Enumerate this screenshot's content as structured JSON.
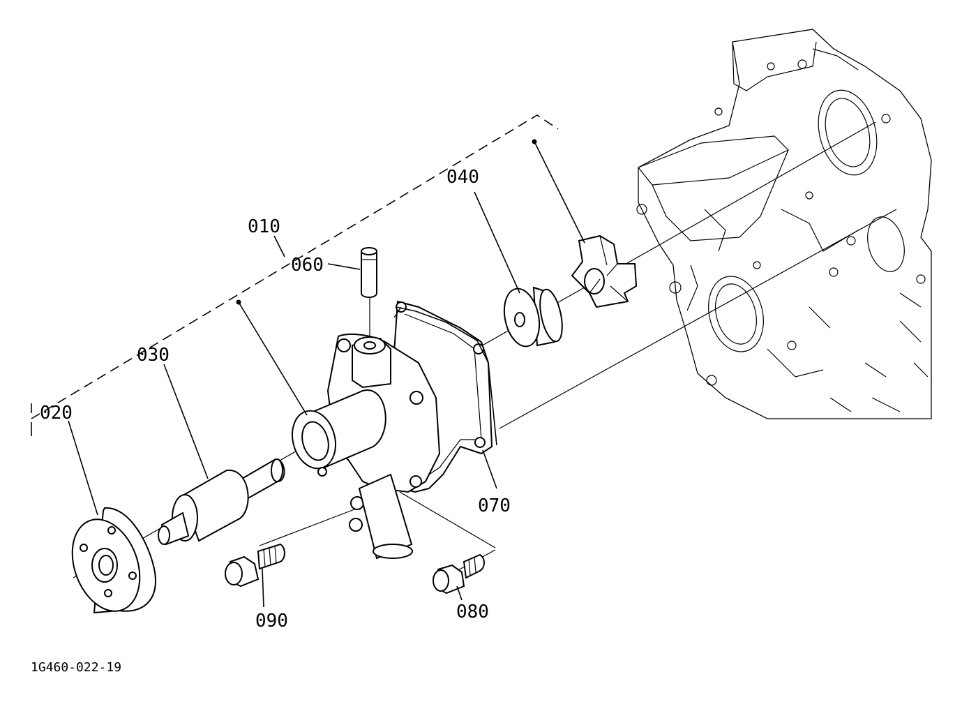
{
  "callouts": {
    "p010": "010",
    "p020": "020",
    "p030": "030",
    "p040": "040",
    "p060": "060",
    "p070": "070",
    "p080": "080",
    "p090": "090"
  },
  "drawing_code": "1G460-022-19"
}
